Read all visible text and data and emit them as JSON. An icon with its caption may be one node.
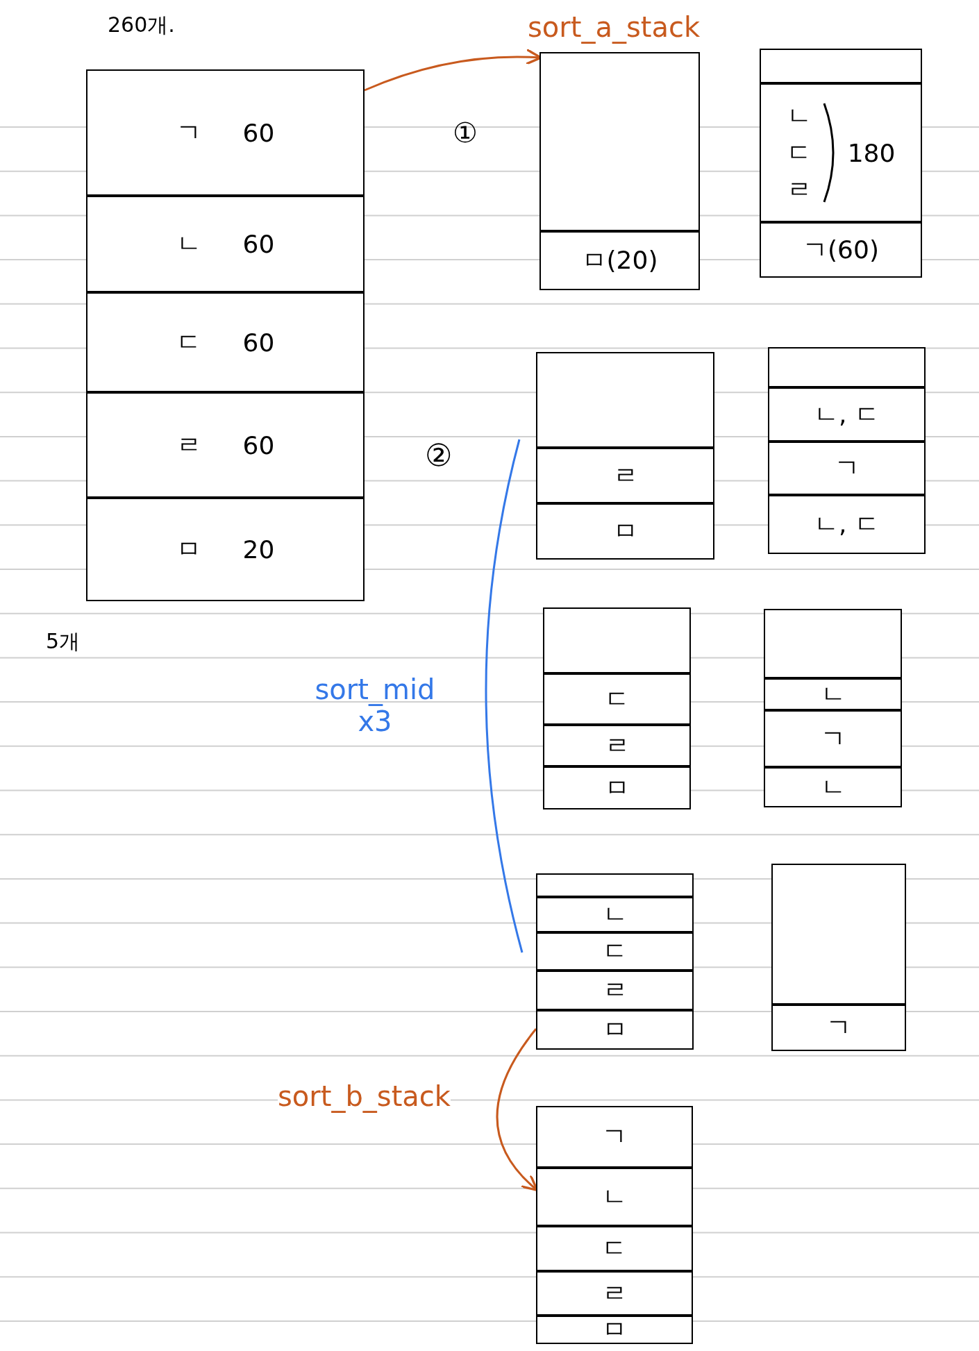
{
  "diagram": {
    "nodes": [
      {
        "text": [],
        "shape": "box"
      },
      {
        "text": [
          "ㄱ",
          "60"
        ],
        "in": 0
      },
      {
        "text": [
          "ㄴ",
          "60"
        ],
        "in": 0
      },
      {
        "text": [
          "ㄷ",
          "60"
        ],
        "in": 0
      },
      {
        "text": [
          "ㄹ",
          "60"
        ],
        "in": 0
      },
      {
        "text": [
          "ㅁ",
          "20"
        ],
        "in": 0
      },
      {
        "text": [],
        "shape": "box"
      },
      {
        "text": [],
        "shape": "box",
        "in": 6
      },
      {
        "text": [
          "ㅁ(20)"
        ],
        "in": 6
      },
      {
        "text": [],
        "shape": "box"
      },
      {
        "text": [],
        "shape": "box",
        "in": 9
      },
      {
        "text": [
          "ㄴ",
          "ㄷ",
          "ㄹ",
          "180"
        ],
        "in": 9
      },
      {
        "text": [
          "ㄱ(60)"
        ],
        "in": 9
      },
      {
        "text": [],
        "shape": "box"
      },
      {
        "text": [],
        "shape": "box",
        "in": 13
      },
      {
        "text": [
          "ㄹ"
        ],
        "in": 13
      },
      {
        "text": [
          "ㅁ"
        ],
        "in": 13
      },
      {
        "text": [],
        "shape": "box"
      },
      {
        "text": [],
        "shape": "box",
        "in": 17
      },
      {
        "text": [
          "ㄴ, ㄷ"
        ],
        "in": 17
      },
      {
        "text": [
          "ㄱ"
        ],
        "in": 17
      },
      {
        "text": [
          "ㄴ, ㄷ"
        ],
        "in": 17
      },
      {
        "text": [],
        "shape": "box"
      },
      {
        "text": [],
        "shape": "box",
        "in": 22
      },
      {
        "text": [
          "ㄷ"
        ],
        "in": 22
      },
      {
        "text": [
          "ㄹ"
        ],
        "in": 22
      },
      {
        "text": [
          "ㅁ"
        ],
        "in": 22
      },
      {
        "text": [],
        "shape": "box"
      },
      {
        "text": [],
        "shape": "box",
        "in": 27
      },
      {
        "text": [
          "ㄴ"
        ],
        "in": 27
      },
      {
        "text": [
          "ㄱ"
        ],
        "in": 27
      },
      {
        "text": [
          "ㄴ"
        ],
        "in": 27
      },
      {
        "text": [],
        "shape": "box"
      },
      {
        "text": [],
        "shape": "box",
        "in": 32
      },
      {
        "text": [
          "ㄴ"
        ],
        "in": 32
      },
      {
        "text": [
          "ㄷ"
        ],
        "in": 32
      },
      {
        "text": [
          "ㄹ"
        ],
        "in": 32
      },
      {
        "text": [
          "ㅁ"
        ],
        "in": 32
      },
      {
        "text": [],
        "shape": "box"
      },
      {
        "text": [],
        "shape": "box",
        "in": 38
      },
      {
        "text": [
          "ㄱ"
        ],
        "in": 38
      },
      {
        "text": [],
        "shape": "box"
      },
      {
        "text": [
          "ㄱ"
        ],
        "in": 41
      },
      {
        "text": [
          "ㄴ"
        ],
        "in": 41
      },
      {
        "text": [
          "ㄷ"
        ],
        "in": 41
      },
      {
        "text": [
          "ㄹ"
        ],
        "in": 41
      },
      {
        "text": [
          "ㅁ"
        ],
        "in": 41
      }
    ],
    "edges": [
      {
        "from": 0,
        "to": 6,
        "arrow": "to",
        "label": "sort_a_stack"
      },
      {
        "from": 32,
        "to": 41,
        "arrow": "to",
        "label": "sort_b_stack"
      }
    ],
    "labels": [
      "260개.",
      "①",
      "②",
      "5개",
      "sort_mid x3"
    ]
  }
}
